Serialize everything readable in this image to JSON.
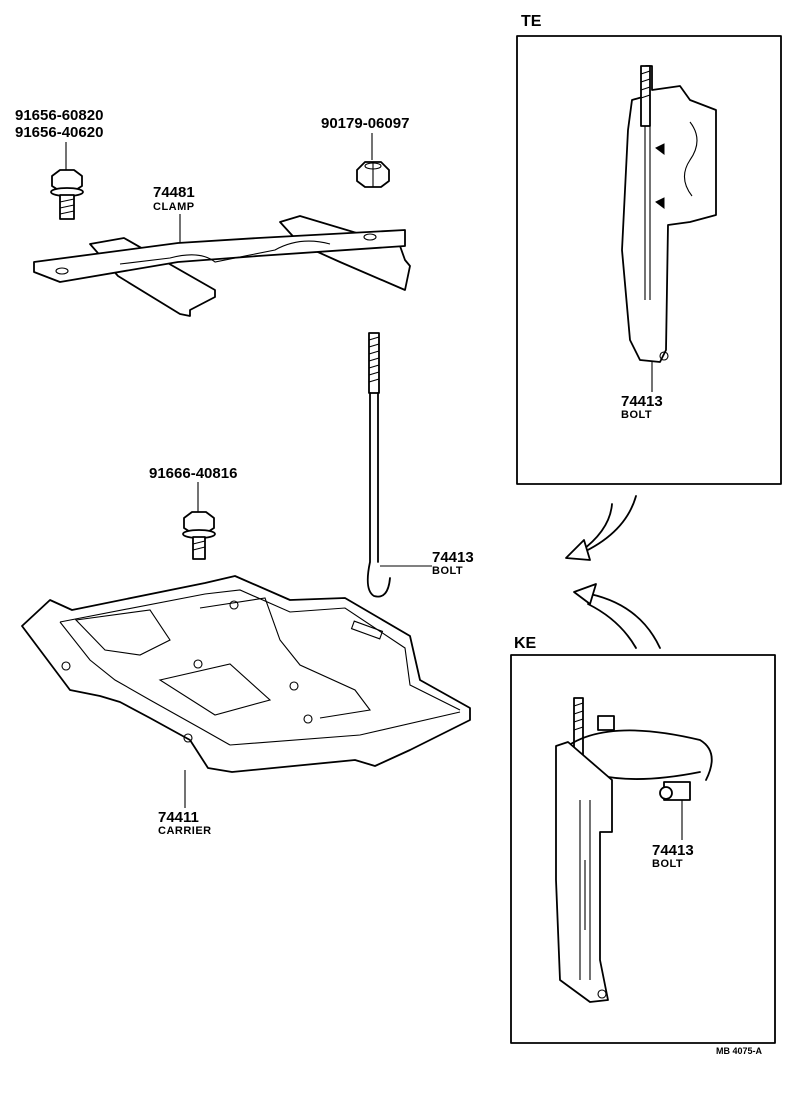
{
  "parts": {
    "bolt_upper_left": {
      "number_a": "91656-60820",
      "number_b": "91656-40620",
      "icon": "hex-flange-bolt-icon"
    },
    "nut": {
      "number": "90179-06097",
      "icon": "hex-flange-nut-icon"
    },
    "clamp": {
      "number": "74481",
      "name": "CLAMP"
    },
    "bolt_lower_left": {
      "number": "91666-40816",
      "icon": "hex-flange-bolt-icon"
    },
    "hook_bolt": {
      "number": "74413",
      "name": "BOLT"
    },
    "carrier": {
      "number": "74411",
      "name": "CARRIER"
    }
  },
  "variants": {
    "te": {
      "label": "TE",
      "part_number": "74413",
      "part_name": "BOLT"
    },
    "ke": {
      "label": "KE",
      "part_number": "74413",
      "part_name": "BOLT"
    }
  },
  "footer": {
    "reference": "MB 4075-A"
  }
}
